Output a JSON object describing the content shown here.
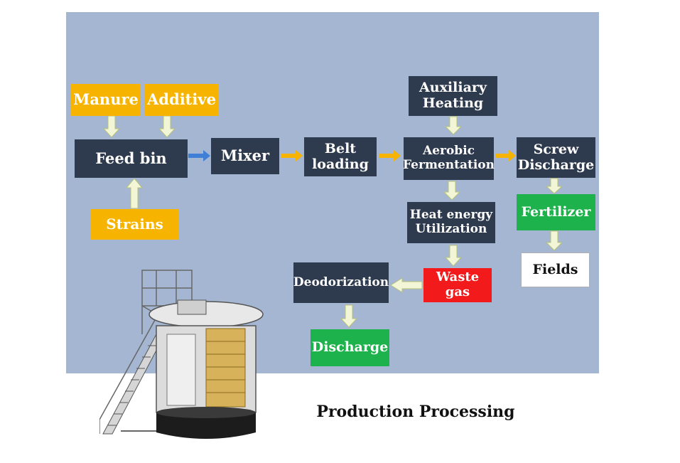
{
  "nodes": {
    "manure": "Manure",
    "additive": "Additive",
    "feed_bin": "Feed bin",
    "strains": "Strains",
    "mixer": "Mixer",
    "belt_loading": "Belt\nloading",
    "auxiliary_heating": "Auxiliary\nHeating",
    "aerobic_fermentation": "Aerobic\nFermentation",
    "screw_discharge": "Screw\nDischarge",
    "fertilizer": "Fertilizer",
    "fields": "Fields",
    "heat_energy": "Heat energy\nUtilization",
    "waste_gas": "Waste gas",
    "deodorization": "Deodorization",
    "discharge": "Discharge"
  },
  "caption": "Production Processing",
  "colors": {
    "panel": "#a4b6d2",
    "dark_box": "#2e3a4d",
    "yellow_box": "#f6b400",
    "green_box": "#1db24b",
    "red_box": "#f21a1a",
    "arrow_light": "#f3f6d6",
    "arrow_orange": "#f6b400",
    "arrow_blue": "#3f7fd6"
  },
  "edges": [
    {
      "from": "manure",
      "to": "feed_bin"
    },
    {
      "from": "additive",
      "to": "feed_bin"
    },
    {
      "from": "strains",
      "to": "feed_bin"
    },
    {
      "from": "feed_bin",
      "to": "mixer"
    },
    {
      "from": "mixer",
      "to": "belt_loading"
    },
    {
      "from": "belt_loading",
      "to": "aerobic_fermentation"
    },
    {
      "from": "auxiliary_heating",
      "to": "aerobic_fermentation"
    },
    {
      "from": "aerobic_fermentation",
      "to": "screw_discharge"
    },
    {
      "from": "screw_discharge",
      "to": "fertilizer"
    },
    {
      "from": "fertilizer",
      "to": "fields"
    },
    {
      "from": "aerobic_fermentation",
      "to": "heat_energy"
    },
    {
      "from": "heat_energy",
      "to": "waste_gas"
    },
    {
      "from": "waste_gas",
      "to": "deodorization"
    },
    {
      "from": "deodorization",
      "to": "discharge"
    }
  ]
}
